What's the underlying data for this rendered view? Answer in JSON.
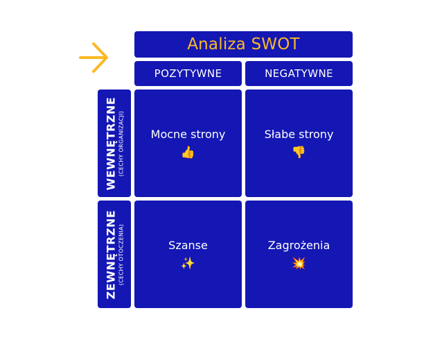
{
  "title": "Analiza SWOT",
  "columns": [
    {
      "label": "POZYTYWNE"
    },
    {
      "label": "NEGATYWNE"
    }
  ],
  "rows": [
    {
      "label": "WEWNĘTRZNE",
      "sublabel": "(CECHY ORGANIZACJI)"
    },
    {
      "label": "ZEWNĘTRZNE",
      "sublabel": "(CECHY OTOCZENIA)"
    }
  ],
  "cells": [
    {
      "label": "Mocne strony",
      "emoji": "👍",
      "icon": "thumbs-up-icon"
    },
    {
      "label": "Słabe strony",
      "emoji": "👎",
      "icon": "thumbs-down-icon"
    },
    {
      "label": "Szanse",
      "emoji": "✨",
      "icon": "sparkles-icon"
    },
    {
      "label": "Zagrożenia",
      "emoji": "💥",
      "icon": "collision-icon"
    }
  ],
  "colors": {
    "box": "#1417b3",
    "title_text": "#fbb925",
    "arrow": "#fbb925",
    "text": "#ffffff"
  },
  "decor": {
    "arrow_icon": "arrow-right-icon"
  }
}
